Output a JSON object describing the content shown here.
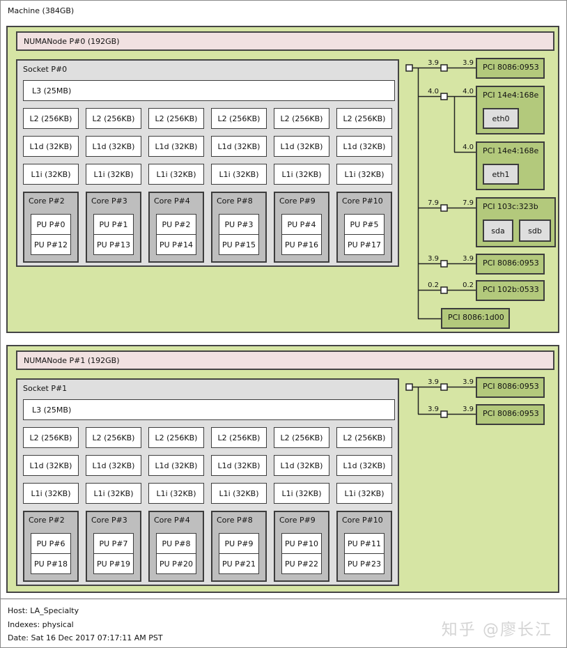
{
  "machine": {
    "label": "Machine (384GB)"
  },
  "legend": [
    "Host: LA_Specialty",
    "Indexes: physical",
    "Date: Sat 16 Dec 2017 07:17:11 AM PST"
  ],
  "watermark": "知乎 @廖长江",
  "colors": {
    "numanode_bg": "#d6e5a4",
    "numanode_header_bg": "#f1e1e1",
    "socket_bg": "#dfdfdf",
    "core_bg": "#bebebe",
    "cache_bg": "#ffffff",
    "pci_device_bg": "#b3c97c",
    "os_device_bg": "#dedede",
    "border": "#3c3c3c"
  },
  "numanodes": [
    {
      "label": "NUMANode P#0 (192GB)",
      "socket": {
        "label": "Socket P#0",
        "l3": "L3 (25MB)",
        "l2": [
          "L2 (256KB)",
          "L2 (256KB)",
          "L2 (256KB)",
          "L2 (256KB)",
          "L2 (256KB)",
          "L2 (256KB)"
        ],
        "l1d": [
          "L1d (32KB)",
          "L1d (32KB)",
          "L1d (32KB)",
          "L1d (32KB)",
          "L1d (32KB)",
          "L1d (32KB)"
        ],
        "l1i": [
          "L1i (32KB)",
          "L1i (32KB)",
          "L1i (32KB)",
          "L1i (32KB)",
          "L1i (32KB)",
          "L1i (32KB)"
        ],
        "cores": [
          {
            "label": "Core P#2",
            "pus": [
              "PU P#0",
              "PU P#12"
            ]
          },
          {
            "label": "Core P#3",
            "pus": [
              "PU P#1",
              "PU P#13"
            ]
          },
          {
            "label": "Core P#4",
            "pus": [
              "PU P#2",
              "PU P#14"
            ]
          },
          {
            "label": "Core P#8",
            "pus": [
              "PU P#3",
              "PU P#15"
            ]
          },
          {
            "label": "Core P#9",
            "pus": [
              "PU P#4",
              "PU P#16"
            ]
          },
          {
            "label": "Core P#10",
            "pus": [
              "PU P#5",
              "PU P#17"
            ]
          }
        ]
      },
      "pci": {
        "devices": [
          {
            "speed": "3.9",
            "label": "PCI 8086:0953"
          },
          {
            "speed": "4.0",
            "label": "PCI 14e4:168e",
            "child": "eth0"
          },
          {
            "speed": "4.0",
            "label": "PCI 14e4:168e",
            "child": "eth1"
          },
          {
            "speed": "7.9",
            "label": "PCI 103c:323b",
            "children": [
              "sda",
              "sdb"
            ]
          },
          {
            "speed": "3.9",
            "label": "PCI 8086:0953"
          },
          {
            "speed": "0.2",
            "label": "PCI 102b:0533"
          },
          {
            "label": "PCI 8086:1d00"
          }
        ]
      }
    },
    {
      "label": "NUMANode P#1 (192GB)",
      "socket": {
        "label": "Socket P#1",
        "l3": "L3 (25MB)",
        "l2": [
          "L2 (256KB)",
          "L2 (256KB)",
          "L2 (256KB)",
          "L2 (256KB)",
          "L2 (256KB)",
          "L2 (256KB)"
        ],
        "l1d": [
          "L1d (32KB)",
          "L1d (32KB)",
          "L1d (32KB)",
          "L1d (32KB)",
          "L1d (32KB)",
          "L1d (32KB)"
        ],
        "l1i": [
          "L1i (32KB)",
          "L1i (32KB)",
          "L1i (32KB)",
          "L1i (32KB)",
          "L1i (32KB)",
          "L1i (32KB)"
        ],
        "cores": [
          {
            "label": "Core P#2",
            "pus": [
              "PU P#6",
              "PU P#18"
            ]
          },
          {
            "label": "Core P#3",
            "pus": [
              "PU P#7",
              "PU P#19"
            ]
          },
          {
            "label": "Core P#4",
            "pus": [
              "PU P#8",
              "PU P#20"
            ]
          },
          {
            "label": "Core P#8",
            "pus": [
              "PU P#9",
              "PU P#21"
            ]
          },
          {
            "label": "Core P#9",
            "pus": [
              "PU P#10",
              "PU P#22"
            ]
          },
          {
            "label": "Core P#10",
            "pus": [
              "PU P#11",
              "PU P#23"
            ]
          }
        ]
      },
      "pci": {
        "devices": [
          {
            "speed": "3.9",
            "label": "PCI 8086:0953"
          },
          {
            "speed": "3.9",
            "label": "PCI 8086:0953"
          }
        ]
      }
    }
  ]
}
